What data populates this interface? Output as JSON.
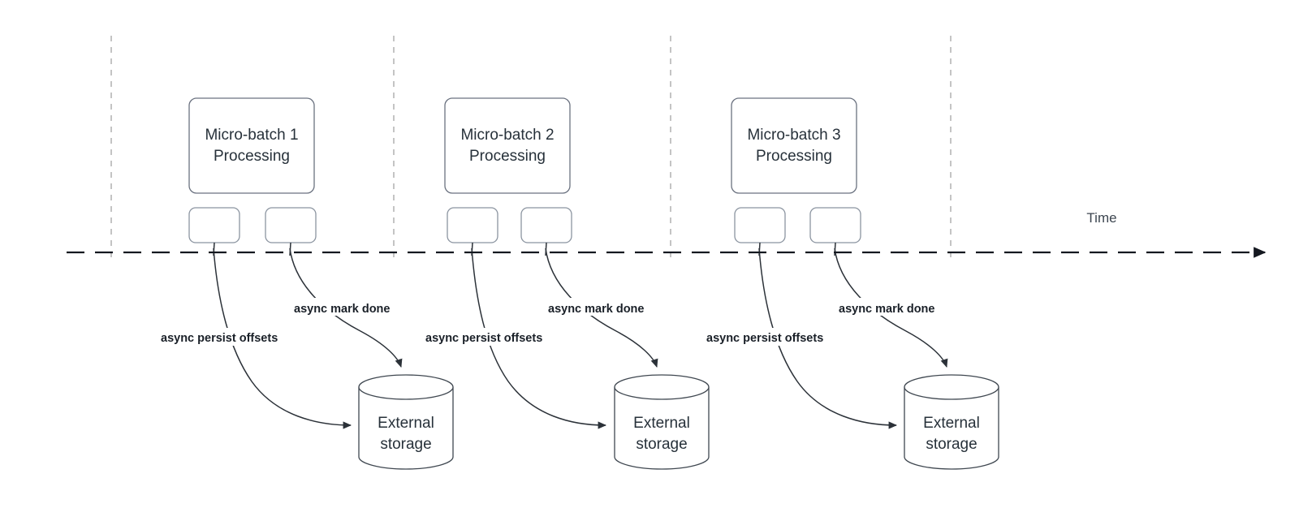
{
  "diagram": {
    "title_axis": "Time",
    "timeline": {
      "label": "Time",
      "style": "dashed-with-arrow"
    },
    "groups": [
      {
        "id": "group-1",
        "process_label_line1": "Micro-batch 1",
        "process_label_line2": "Processing",
        "task_boxes": [
          "",
          ""
        ],
        "flows": [
          {
            "label": "async persist offsets",
            "target": "External storage"
          },
          {
            "label": "async mark done",
            "target": "External storage"
          }
        ],
        "storage_label_line1": "External",
        "storage_label_line2": "storage"
      },
      {
        "id": "group-2",
        "process_label_line1": "Micro-batch 2",
        "process_label_line2": "Processing",
        "task_boxes": [
          "",
          ""
        ],
        "flows": [
          {
            "label": "async persist offsets",
            "target": "External storage"
          },
          {
            "label": "async mark done",
            "target": "External storage"
          }
        ],
        "storage_label_line1": "External",
        "storage_label_line2": "storage"
      },
      {
        "id": "group-3",
        "process_label_line1": "Micro-batch 3",
        "process_label_line2": "Processing",
        "task_boxes": [
          "",
          ""
        ],
        "flows": [
          {
            "label": "async persist offsets",
            "target": "External storage"
          },
          {
            "label": "async mark done",
            "target": "External storage"
          }
        ],
        "storage_label_line1": "External",
        "storage_label_line2": "storage"
      }
    ],
    "colors": {
      "background": "#ffffff",
      "box_stroke": "#6b7280",
      "small_box_stroke": "#8b94a0",
      "cylinder_stroke": "#3f4750",
      "text": "#27313a",
      "label_text": "#1a2028",
      "timeline": "#141820",
      "boundary_dash": "#b5b5b5"
    }
  }
}
